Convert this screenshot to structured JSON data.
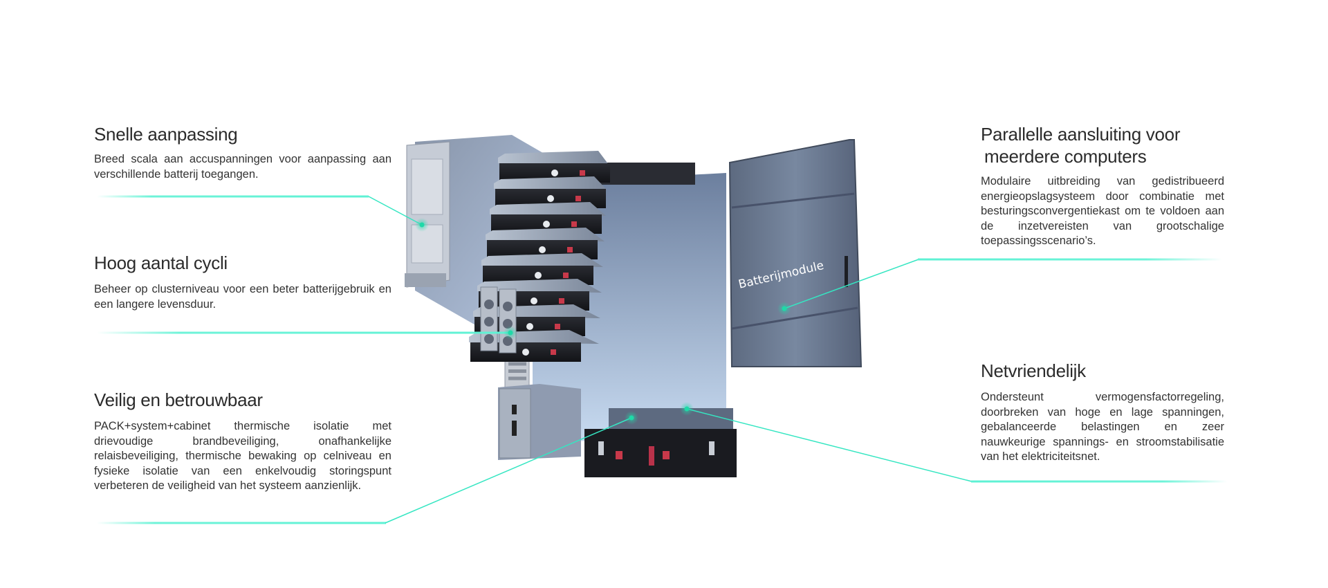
{
  "features": [
    {
      "title": "Snelle aanpassing",
      "body": "Breed scala aan accuspanningen voor aanpassing aan verschillende batterij toegangen."
    },
    {
      "title": "Hoog aantal cycli",
      "body": "Beheer op clusterniveau voor een beter batterijgebruik en een langere levensduur."
    },
    {
      "title": "Veilig en betrouwbaar",
      "body": "PACK+system+cabinet thermische isolatie met drievoudige brandbeveiliging, onafhankelijke relaisbeveiliging, thermische bewaking op celniveau en fysieke isolatie van een enkelvoudig storingspunt verbeteren de veiligheid van het systeem aanzienlijk."
    },
    {
      "title_line1": "Parallelle aansluiting voor",
      "title_line2": "meerdere computers",
      "body": "Modulaire uitbreiding van gedistribueerd energieopslagsysteem door combinatie met besturingsconvergentiekast om te voldoen aan de inzetvereisten van grootschalige toepassingsscenario’s."
    },
    {
      "title": "Netvriendelijk",
      "body": "Ondersteunt vermogensfactorregeling, doorbreken van hoge en lage spanningen, gebalanceerde belastingen en zeer nauwkeurige spannings- en stroomstabilisatie van het elektriciteitsnet."
    }
  ],
  "product": {
    "callout_label": "Batterijmodule",
    "module_count": 8
  },
  "colors": {
    "accent_line": "#5ef2d4",
    "accent_dot": "#1fd9a8",
    "heading": "#2b2b2b",
    "body": "#333333",
    "cabinet": "#4a5568",
    "module": "#1c1d21",
    "button_red": "#c8394a"
  }
}
